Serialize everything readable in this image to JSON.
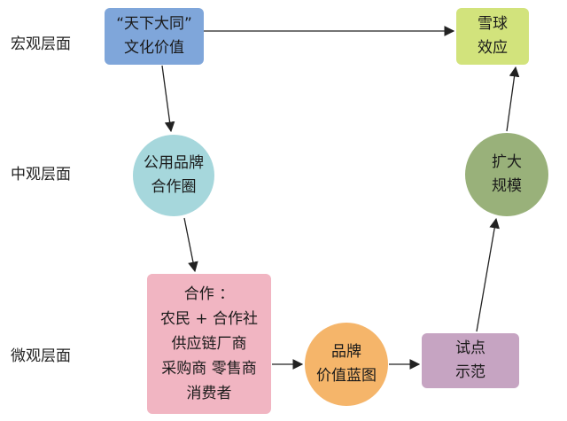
{
  "levels": {
    "macro": "宏观层面",
    "meso": "中观层面",
    "micro": "微观层面"
  },
  "nodes": {
    "culture": [
      "“天下大同”",
      "文化价值"
    ],
    "snowball": [
      "雪球",
      "效应"
    ],
    "brand_circle": [
      "公用品牌",
      "合作圈"
    ],
    "expand": [
      "扩大",
      "规模"
    ],
    "cooperation": [
      "合作 ：",
      "农民 + 合作社",
      "供应链厂商",
      "采购商 零售商",
      "消费者"
    ],
    "blueprint": [
      "品牌",
      "价值蓝图"
    ],
    "pilot": [
      "试点",
      "示范"
    ]
  },
  "colors": {
    "culture": "#7fa6da",
    "snowball": "#d2e37c",
    "brand_circle": "#a6d7dc",
    "expand": "#99b17a",
    "cooperation": "#f1b5c2",
    "blueprint": "#f5b56a",
    "pilot": "#c6a4c2",
    "arrow": "#222222"
  }
}
